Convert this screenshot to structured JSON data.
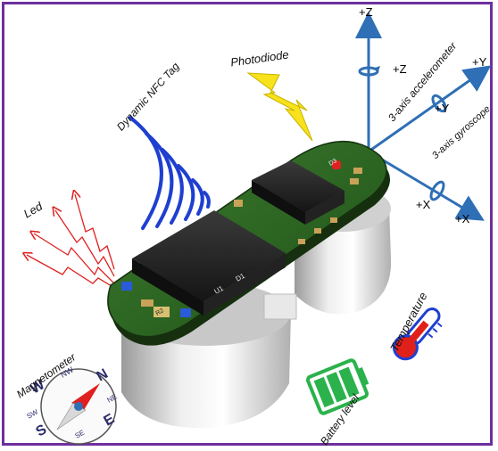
{
  "labels": {
    "photodiode": "Photodiode",
    "nfc": "Dynamic NFC Tag",
    "led": "Led",
    "magnetometer": "Magnetometer",
    "temperature": "Temperature",
    "battery": "Battery level",
    "accelerometer": "3-axis accelerometer",
    "gyroscope": "3-axis gyroscope"
  },
  "axes": {
    "z_axis": "+Z",
    "z_rot": "+Z",
    "y_axis": "+Y",
    "y_rot": "+Y",
    "x_axis": "+X",
    "x_rot": "+X"
  },
  "compass": {
    "n": "N",
    "s": "S",
    "e": "E",
    "w": "W",
    "ne": "NE",
    "nw": "NW",
    "se": "SE",
    "sw": "SW"
  },
  "board": {
    "u1": "U1",
    "d1": "D1",
    "r2": "R2",
    "d3": "D3"
  },
  "colors": {
    "frame": "#6d2f9e",
    "axis_blue": "#2f6fb5",
    "nfc_blue": "#1f3fd1",
    "pcb_green": "#2f6b24",
    "battery_green": "#2bb24c",
    "thermo_red": "#e0201a",
    "led_red": "#e02020",
    "bolt_yellow": "#f7e21b"
  }
}
